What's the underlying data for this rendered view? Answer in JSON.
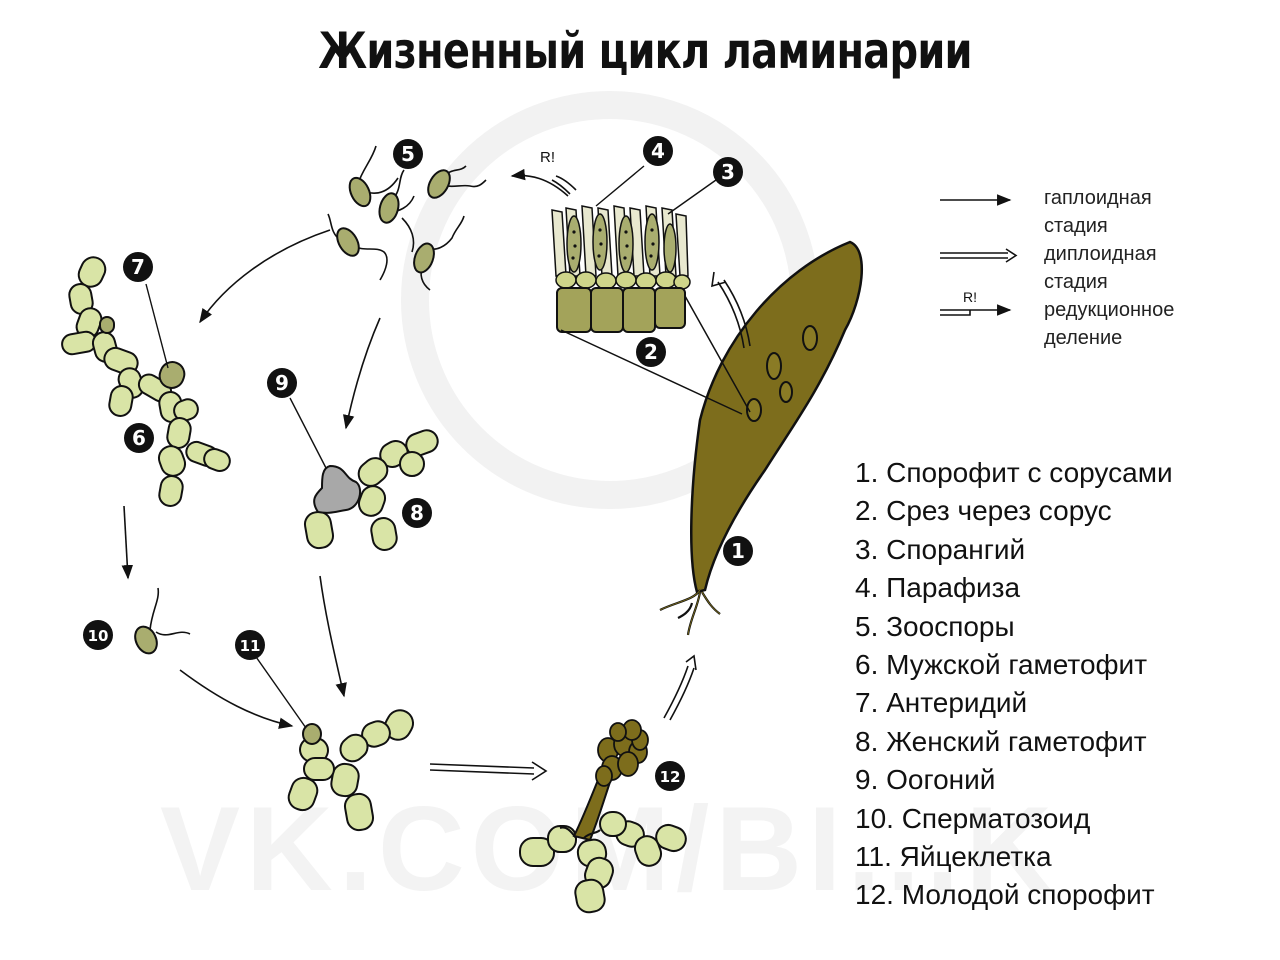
{
  "title": "Жизненный цикл ламинарии",
  "watermark": "VK.COM/BI...K",
  "legend": {
    "haploid": [
      "гаплоидная",
      "стадия"
    ],
    "diploid": [
      "диплоидная",
      "стадия"
    ],
    "reduction_mark": "R!",
    "reduction": [
      "редукционное",
      "деление"
    ]
  },
  "figure_marks": {
    "reduction": "R!"
  },
  "stage_badges": [
    "1",
    "2",
    "3",
    "4",
    "5",
    "6",
    "7",
    "8",
    "9",
    "10",
    "11",
    "12"
  ],
  "items": [
    "1. Спорофит с сорусами",
    "2. Срез через сорус",
    "3. Спорангий",
    "4. Парафиза",
    "5. Зооспоры",
    "6. Мужской гаметофит",
    "7. Антеридий",
    "8. Женский гаметофит",
    "9. Оогоний",
    "10. Сперматозоид",
    "11. Яйцеклетка",
    "12. Молодой спорофит"
  ],
  "colors": {
    "sporophyte": "#7d6d1c",
    "cell_light": "#d9e4a6",
    "cell_dark": "#a9ad6f",
    "cell_grey": "#a8a8a8",
    "sorus_cell": "#a3a35a",
    "badge": "#111111"
  }
}
